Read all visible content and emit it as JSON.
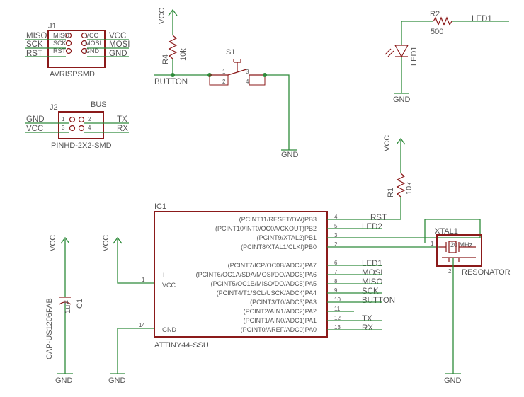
{
  "diagram": {
    "j1": {
      "name": "J1",
      "value": "AVRISPSMD",
      "pins_left": [
        "MISO",
        "SCK",
        "RST"
      ],
      "pins_right": [
        "VCC",
        "MOSI",
        "GND"
      ],
      "nets_left": [
        "MISO",
        "SCK",
        "RST"
      ],
      "nets_right": [
        "VCC",
        "MOSI",
        "GND"
      ]
    },
    "j2": {
      "name": "J2",
      "value": "PINHD-2X2-SMD",
      "bus": "BUS",
      "pin_numbers": [
        "1",
        "2",
        "3",
        "4"
      ],
      "nets_left": [
        "GND",
        "VCC"
      ],
      "nets_right": [
        "TX",
        "RX"
      ]
    },
    "r4": {
      "name": "R4",
      "value": "10k",
      "supply": "VCC"
    },
    "s1": {
      "name": "S1",
      "pins": [
        "1",
        "2",
        "3",
        "4"
      ],
      "net": "BUTTON",
      "gnd": "GND"
    },
    "r2": {
      "name": "R2",
      "value": "500",
      "net": "LED1"
    },
    "led1": {
      "name": "LED1",
      "gnd": "GND"
    },
    "r1": {
      "name": "R1",
      "value": "10k",
      "supply": "VCC"
    },
    "c1": {
      "name": "C1",
      "value": "1uF",
      "package": "CAP-US1206FAB",
      "supply": "VCC",
      "gnd": "GND"
    },
    "ic1": {
      "name": "IC1",
      "value": "ATTINY44-SSU",
      "vcc_label": "VCC",
      "gnd_label": "GND",
      "vcc_pin": "1",
      "gnd_pin": "14",
      "plus": "+",
      "supply_vcc": "VCC",
      "supply_gnd": "GND",
      "pins": [
        {
          "label": "(PCINT11/RESET/DW)PB3",
          "num": "4",
          "net": "RST"
        },
        {
          "label": "(PCINT10/INT0/OC0A/CKOUT)PB2",
          "num": "5",
          "net": "LED2"
        },
        {
          "label": "(PCINT9/XTAL2)PB1",
          "num": "3",
          "net": ""
        },
        {
          "label": "(PCINT8/XTAL1/CLKI)PB0",
          "num": "2",
          "net": ""
        },
        {
          "label": "(PCINT7/ICP/OC0B/ADC7)PA7",
          "num": "6",
          "net": "LED1"
        },
        {
          "label": "(PCINT6/OC1A/SDA/MOSI/DO/ADC6)PA6",
          "num": "7",
          "net": "MOSI"
        },
        {
          "label": "(PCINT5/OC1B/MISO/DO/ADC5)PA5",
          "num": "8",
          "net": "MISO"
        },
        {
          "label": "(PCINT4/T1/SCL/USCK/ADC4)PA4",
          "num": "9",
          "net": "SCK"
        },
        {
          "label": "(PCINT3/T0/ADC3)PA3",
          "num": "10",
          "net": "BUTTON"
        },
        {
          "label": "(PCINT2/AIN1/ADC2)PA2",
          "num": "11",
          "net": ""
        },
        {
          "label": "(PCINT1/AIN0/ADC1)PA1",
          "num": "12",
          "net": "TX"
        },
        {
          "label": "(PCINT0/AREF/ADC0)PA0",
          "num": "13",
          "net": "RX"
        }
      ]
    },
    "xtal1": {
      "name": "XTAL1",
      "value": "20 MHz",
      "type": "RESONATOR",
      "pin1": "1",
      "pin2": "2",
      "gnd": "GND"
    }
  }
}
